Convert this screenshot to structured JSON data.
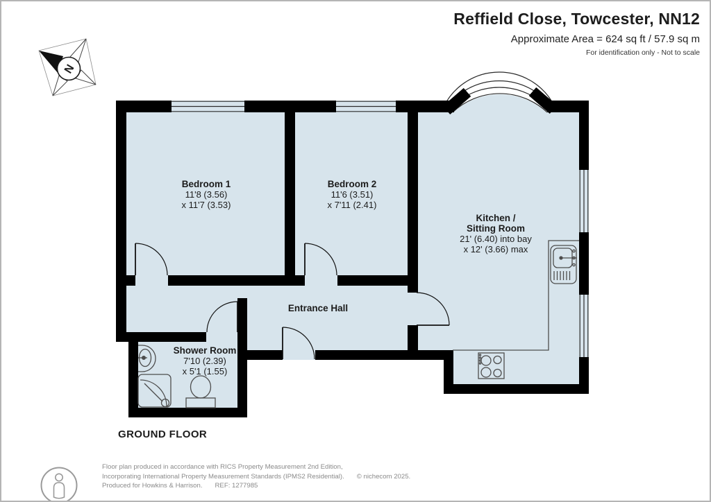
{
  "header": {
    "title": "Reffield Close, Towcester, NN12",
    "area": "Approximate Area = 624 sq ft / 57.9 sq m",
    "note": "For identification only - Not to scale"
  },
  "floor_label": "GROUND FLOOR",
  "compass_letter": "N",
  "rooms": {
    "bedroom1": {
      "name": "Bedroom 1",
      "dim1": "11'8 (3.56)",
      "dim2": "x 11'7 (3.53)"
    },
    "bedroom2": {
      "name": "Bedroom 2",
      "dim1": "11'6 (3.51)",
      "dim2": "x 7'11 (2.41)"
    },
    "kitchen": {
      "name1": "Kitchen /",
      "name2": "Sitting Room",
      "dim1": "21' (6.40) into bay",
      "dim2": "x 12' (3.66) max"
    },
    "hall": {
      "name": "Entrance Hall"
    },
    "shower": {
      "name": "Shower Room",
      "dim1": "7'10 (2.39)",
      "dim2": "x 5'1 (1.55)"
    }
  },
  "footer": {
    "line1": "Floor plan produced in accordance with RICS Property Measurement 2nd Edition,",
    "line2": "Incorporating International Property Measurement Standards (IPMS2 Residential).",
    "copyright": "© nichecom 2025.",
    "line3": "Produced for Howkins & Harrison.",
    "ref": "REF: 1277985"
  },
  "colors": {
    "room_fill": "#d7e4ec",
    "wall": "#000000",
    "fixture_stroke": "#4d4d4d",
    "footer_text": "#8a8a8a"
  }
}
